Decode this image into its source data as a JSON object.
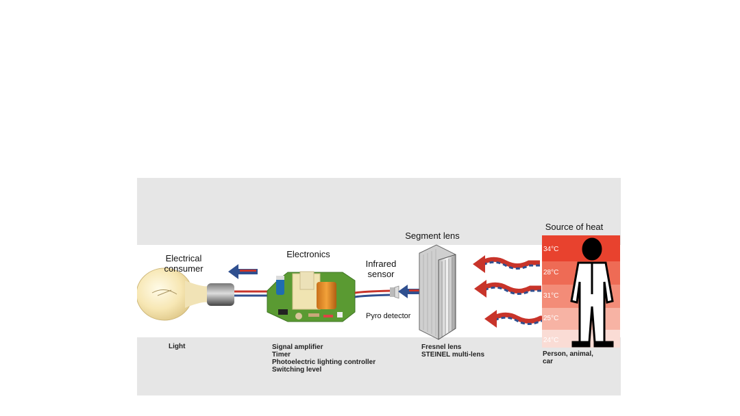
{
  "stages": {
    "consumer": {
      "title_line1": "Electrical",
      "title_line2": "consumer",
      "caption": "Light"
    },
    "electronics": {
      "title": "Electronics",
      "caption_lines": [
        "Signal amplifier",
        "Timer",
        "Photoelectric lighting controller",
        "Switching level"
      ]
    },
    "sensor": {
      "title_line1": "Infrared",
      "title_line2": "sensor",
      "sublabel": "Pyro detector"
    },
    "lens": {
      "title": "Segment lens",
      "caption_lines": [
        "Fresnel lens",
        "STEINEL multi-lens"
      ]
    },
    "source": {
      "title": "Source of heat",
      "caption_lines": [
        "Person, animal,",
        "car"
      ]
    }
  },
  "temperatures": [
    "34°C",
    "28°C",
    "31°C",
    "25°C",
    "24°C"
  ],
  "colors": {
    "heat_scale": [
      "#e8422e",
      "#ee6b55",
      "#f38c78",
      "#f7b3a4",
      "#fadcd5"
    ],
    "arrow_red": "#c8342a",
    "arrow_blue": "#2f4f8f",
    "background_band": "#e6e6e6"
  },
  "icons": {
    "bulb": "light-bulb-icon",
    "board": "circuit-board-icon",
    "sensor": "pyro-sensor-icon",
    "lens": "fresnel-lens-icon",
    "person": "person-silhouette-icon"
  }
}
